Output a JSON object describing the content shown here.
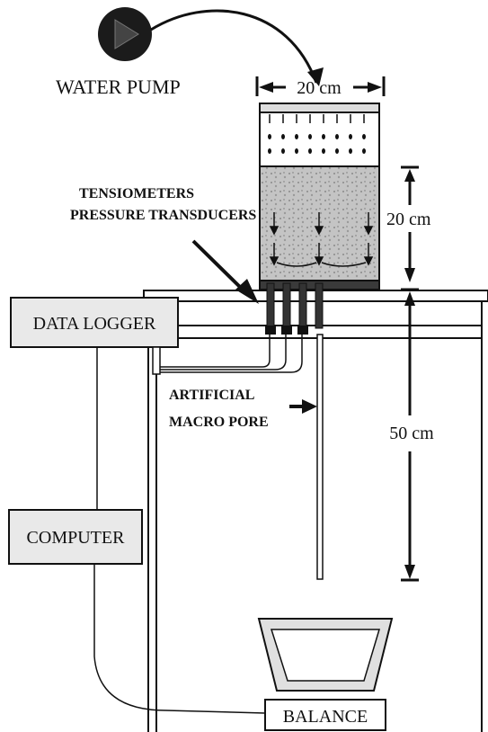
{
  "labels": {
    "water_pump": "WATER PUMP",
    "width_dim": "20 cm",
    "soil_height_dim": "20 cm",
    "column_height_dim": "50 cm",
    "tensiometers": "TENSIOMETERS",
    "pressure_transducers": "PRESSURE TRANSDUCERS",
    "data_logger": "DATA LOGGER",
    "artificial": "ARTIFICIAL",
    "macro_pore": "MACRO PORE",
    "computer": "COMPUTER",
    "balance": "BALANCE"
  },
  "colors": {
    "ink": "#111111",
    "box_fill": "#e9e9e9",
    "soil": "#b9b9b9"
  }
}
